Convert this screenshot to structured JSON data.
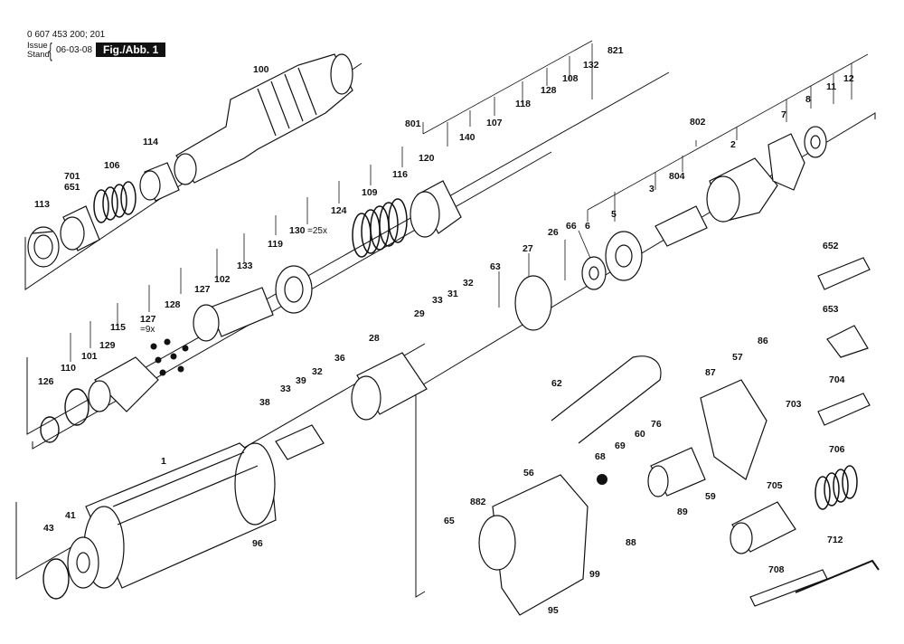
{
  "header": {
    "doc_number": "0 607 453 200; 201",
    "issue_label": "Issue",
    "stand_label": "Stand",
    "date": "06-03-08",
    "figure_label": "Fig./Abb. 1"
  },
  "callouts": {
    "p100": "100",
    "p114": "114",
    "p106": "106",
    "p701": "701",
    "p651": "651",
    "p113": "113",
    "p801": "801",
    "p821": "821",
    "p132": "132",
    "p108": "108",
    "p128a": "128",
    "p118": "118",
    "p107": "107",
    "p140": "140",
    "p120": "120",
    "p116": "116",
    "p109": "109",
    "p124": "124",
    "p130": "130",
    "p130eq": "=25x",
    "p119": "119",
    "p133": "133",
    "p102": "102",
    "p127": "127",
    "p127b": "127",
    "p127eq": "=9x",
    "p128b": "128",
    "p115": "115",
    "p129": "129",
    "p101": "101",
    "p110": "110",
    "p126": "126",
    "p802": "802",
    "p12": "12",
    "p11": "11",
    "p8": "8",
    "p7": "7",
    "p2": "2",
    "p804": "804",
    "p3": "3",
    "p5": "5",
    "p6": "6",
    "p66": "66",
    "p26": "26",
    "p27": "27",
    "p63": "63",
    "p32a": "32",
    "p31": "31",
    "p33a": "33",
    "p29": "29",
    "p28": "28",
    "p36": "36",
    "p32b": "32",
    "p39": "39",
    "p33b": "33",
    "p38": "38",
    "p652": "652",
    "p653": "653",
    "p57": "57",
    "p86": "86",
    "p87": "87",
    "p704": "704",
    "p703": "703",
    "p706": "706",
    "p705": "705",
    "p712": "712",
    "p708": "708",
    "p62": "62",
    "p76": "76",
    "p60": "60",
    "p69": "69",
    "p68": "68",
    "p56": "56",
    "p59": "59",
    "p89": "89",
    "p882": "882",
    "p65": "65",
    "p88": "88",
    "p99": "99",
    "p95": "95",
    "p1": "1",
    "p96": "96",
    "p43": "43",
    "p41": "41"
  }
}
